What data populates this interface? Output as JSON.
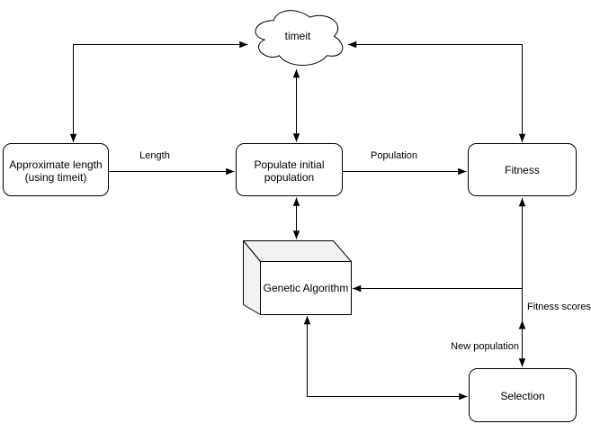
{
  "diagram": {
    "colors": {
      "stroke": "#000000",
      "node_fill": "#ffffff",
      "cube_shade": "#f2f2f2",
      "background": "#ffffff",
      "text": "#000000"
    },
    "nodes": {
      "timeit": {
        "label": "timeit"
      },
      "approximate_length": {
        "line1": "Approximate length",
        "line2": "(using timeit)"
      },
      "populate_initial_population": {
        "line1": "Populate initial",
        "line2": "population"
      },
      "fitness": {
        "label": "Fitness"
      },
      "genetic_algorithm": {
        "label": "Genetic Algorithm"
      },
      "selection": {
        "label": "Selection"
      }
    },
    "edge_labels": {
      "length": "Length",
      "population": "Population",
      "fitness_scores": "Fitness scores",
      "new_population": "New population"
    }
  }
}
